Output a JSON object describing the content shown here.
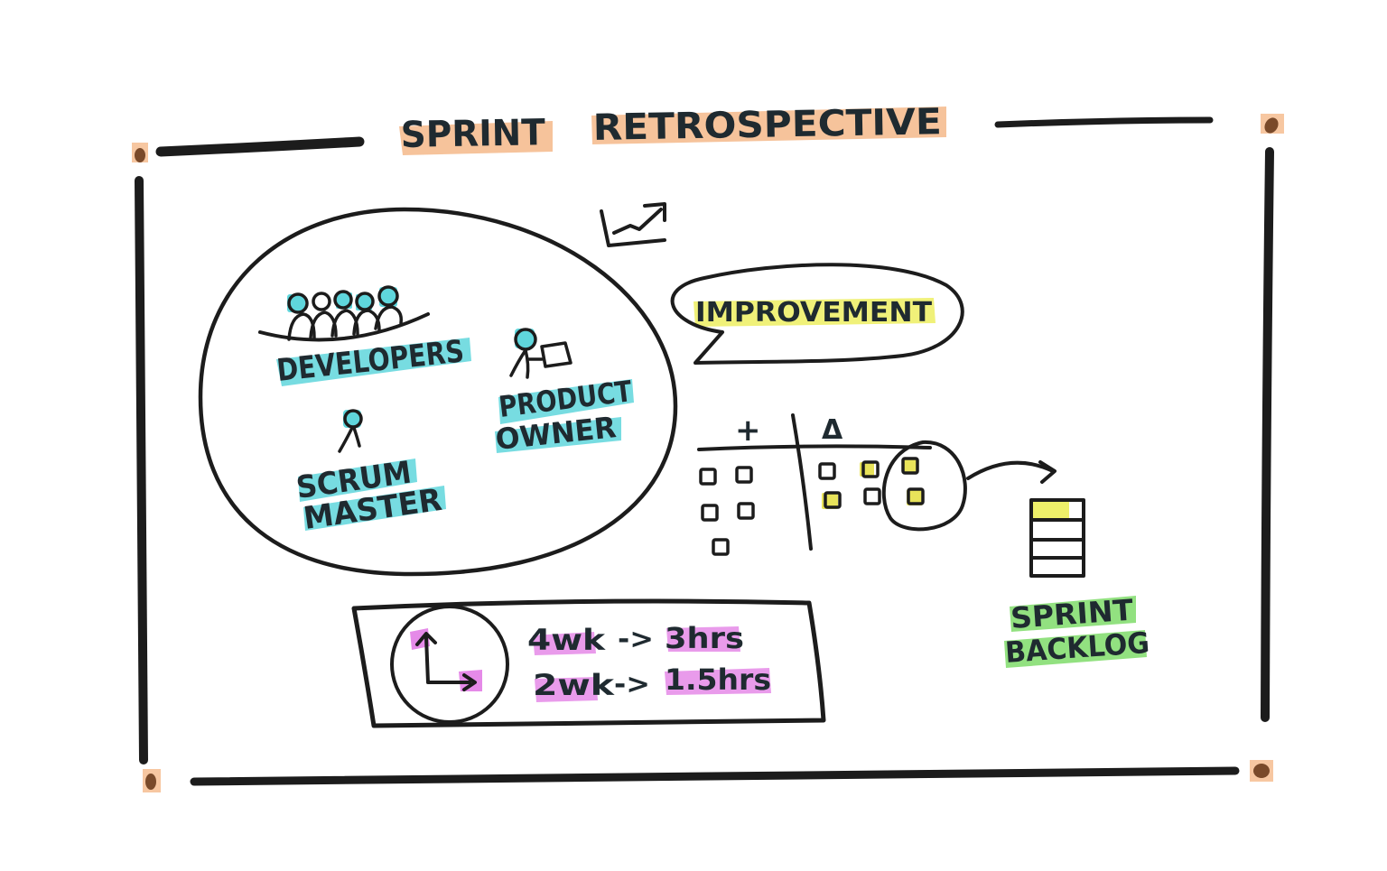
{
  "title": {
    "word1": "SPRINT",
    "word2": "RETROSPECTIVE"
  },
  "team": {
    "developers": "DEVELOPERS",
    "product_owner_line1": "PRODUCT",
    "product_owner_line2": "OWNER",
    "scrum_master_line1": "SCRUM",
    "scrum_master_line2": "MASTER"
  },
  "improvement": {
    "label": "IMPROVEMENT"
  },
  "board": {
    "plus_header": "+",
    "delta_header": "Δ"
  },
  "backlog": {
    "line1": "SPRINT",
    "line2": "BACKLOG"
  },
  "timebox": {
    "row1_left": "4wk",
    "row1_arrow": "->",
    "row1_right": "3hrs",
    "row2_left": "2wk",
    "row2_arrow": "->",
    "row2_right": "1.5hrs"
  },
  "icons": [
    "growth-chart-icon",
    "developers-team-icon",
    "product-owner-icon",
    "scrum-master-icon",
    "clock-icon",
    "backlog-stack-icon"
  ],
  "colors": {
    "ink": "#1c1c1c",
    "title_highlight": "#f5b98a",
    "team_highlight": "#5fd6dc",
    "improvement_highlight": "#eef06a",
    "sticky_yellow": "#e8e35a",
    "time_highlight": "#e58ae8",
    "backlog_highlight": "#7fdc6a",
    "corner_dot": "#7a4a2a"
  }
}
